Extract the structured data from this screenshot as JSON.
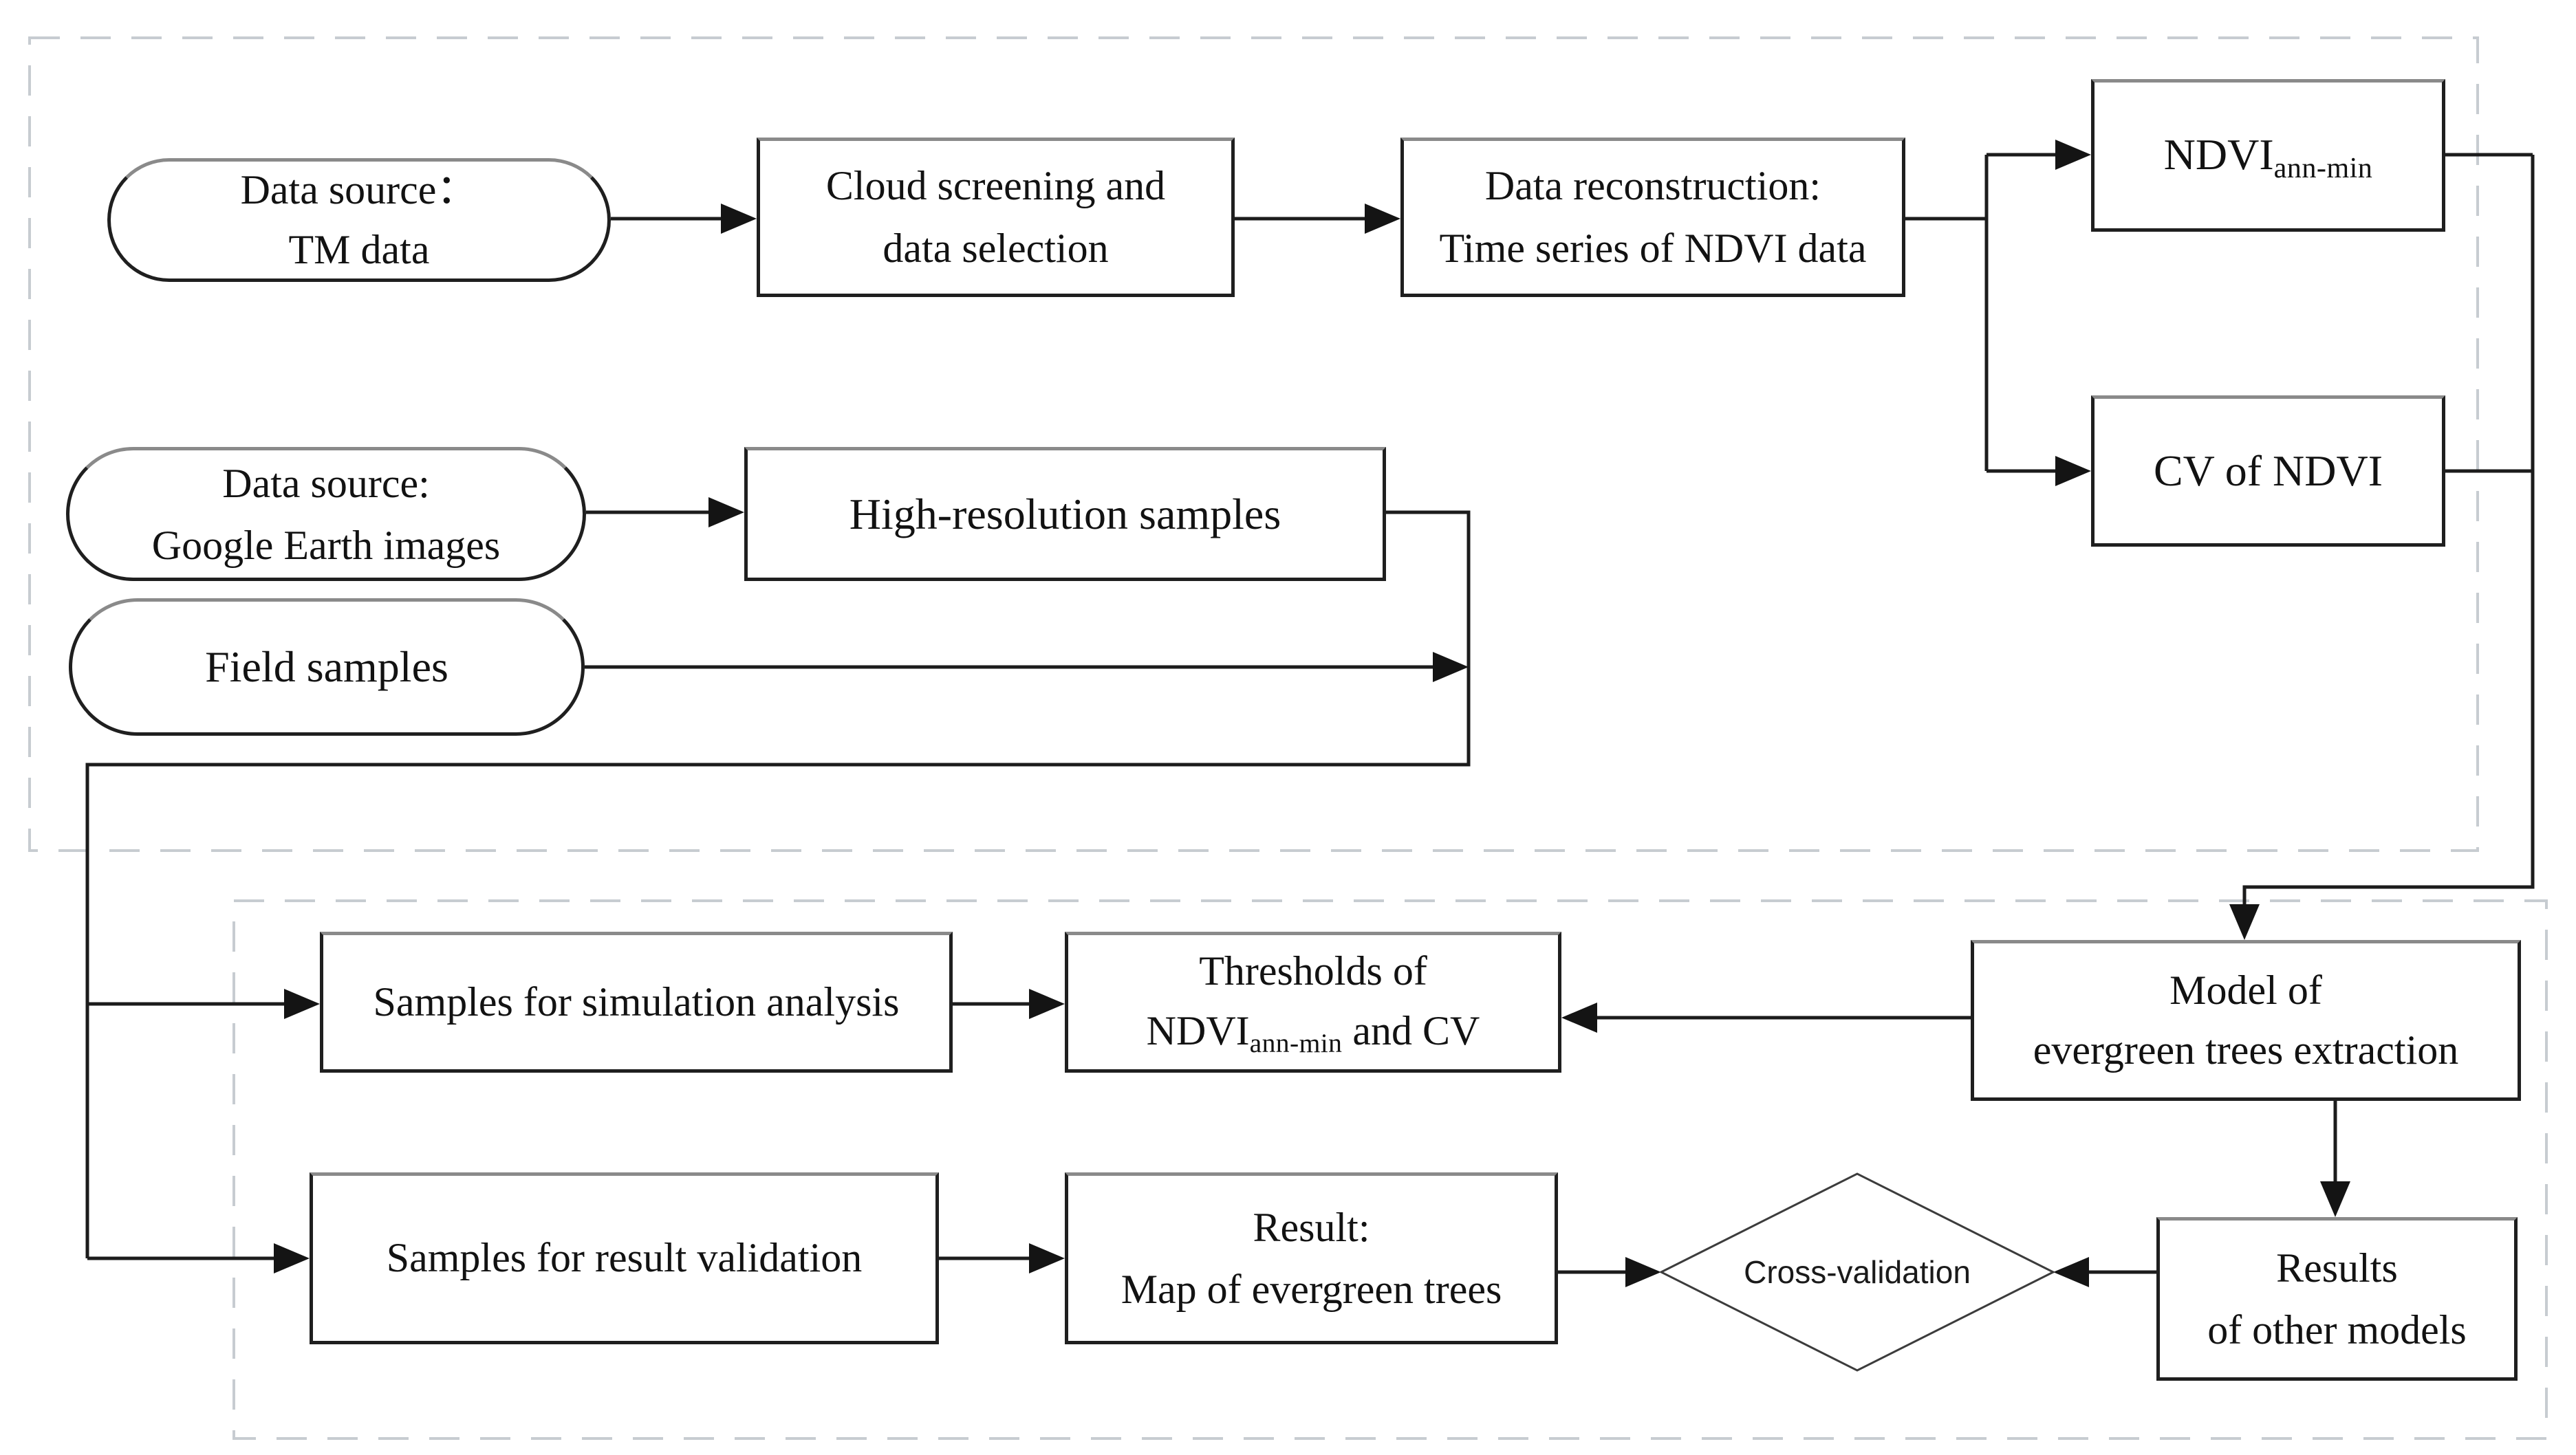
{
  "diagram": {
    "title_hint": "Evergreen trees extraction workflow",
    "colors": {
      "connector": "#1c1c1c",
      "box_border": "#1f1f1f",
      "box_border_top": "#8a8a8a",
      "dashed_border": "#c7ccd1",
      "text": "#121212",
      "background": "#ffffff"
    },
    "nodes": {
      "tm_source": {
        "line1": "Data source：",
        "line2": "TM data"
      },
      "cloud_screening": {
        "line1": "Cloud screening and",
        "line2": "data selection"
      },
      "reconstruction": {
        "line1": "Data reconstruction:",
        "line2": "Time series of NDVI data"
      },
      "ndvi_ann_min": {
        "main": "NDVI",
        "sub": "ann-min"
      },
      "cv_of_ndvi": {
        "label": "CV of NDVI"
      },
      "google_source": {
        "line1": "Data source:",
        "line2": "Google Earth images"
      },
      "high_res": {
        "label": "High-resolution samples"
      },
      "field_samples": {
        "label": "Field samples"
      },
      "sim_samples": {
        "label": "Samples for simulation analysis"
      },
      "thresholds": {
        "line1": "Thresholds of",
        "main": "NDVI",
        "sub": "ann-min",
        "tail": " and CV"
      },
      "model": {
        "line1": "Model of",
        "line2": "evergreen trees extraction"
      },
      "val_samples": {
        "label": "Samples for result validation"
      },
      "result_map": {
        "line1": "Result:",
        "line2": "Map of evergreen trees"
      },
      "cross_validation": {
        "label": "Cross-validation"
      },
      "other_results": {
        "line1": "Results",
        "line2": "of other models"
      }
    },
    "edges": [
      {
        "from": "tm_source",
        "to": "cloud_screening"
      },
      {
        "from": "cloud_screening",
        "to": "reconstruction"
      },
      {
        "from": "reconstruction",
        "to": "ndvi_ann_min"
      },
      {
        "from": "reconstruction",
        "to": "cv_of_ndvi"
      },
      {
        "from": "ndvi_ann_min",
        "to": "model"
      },
      {
        "from": "cv_of_ndvi",
        "to": "model"
      },
      {
        "from": "google_source",
        "to": "high_res"
      },
      {
        "from": "high_res",
        "to": "sim_samples"
      },
      {
        "from": "high_res",
        "to": "val_samples"
      },
      {
        "from": "field_samples",
        "to": "sim_samples"
      },
      {
        "from": "field_samples",
        "to": "val_samples"
      },
      {
        "from": "sim_samples",
        "to": "thresholds"
      },
      {
        "from": "model",
        "to": "thresholds"
      },
      {
        "from": "model",
        "to": "other_results"
      },
      {
        "from": "val_samples",
        "to": "result_map"
      },
      {
        "from": "result_map",
        "to": "cross_validation"
      },
      {
        "from": "other_results",
        "to": "cross_validation"
      }
    ]
  }
}
